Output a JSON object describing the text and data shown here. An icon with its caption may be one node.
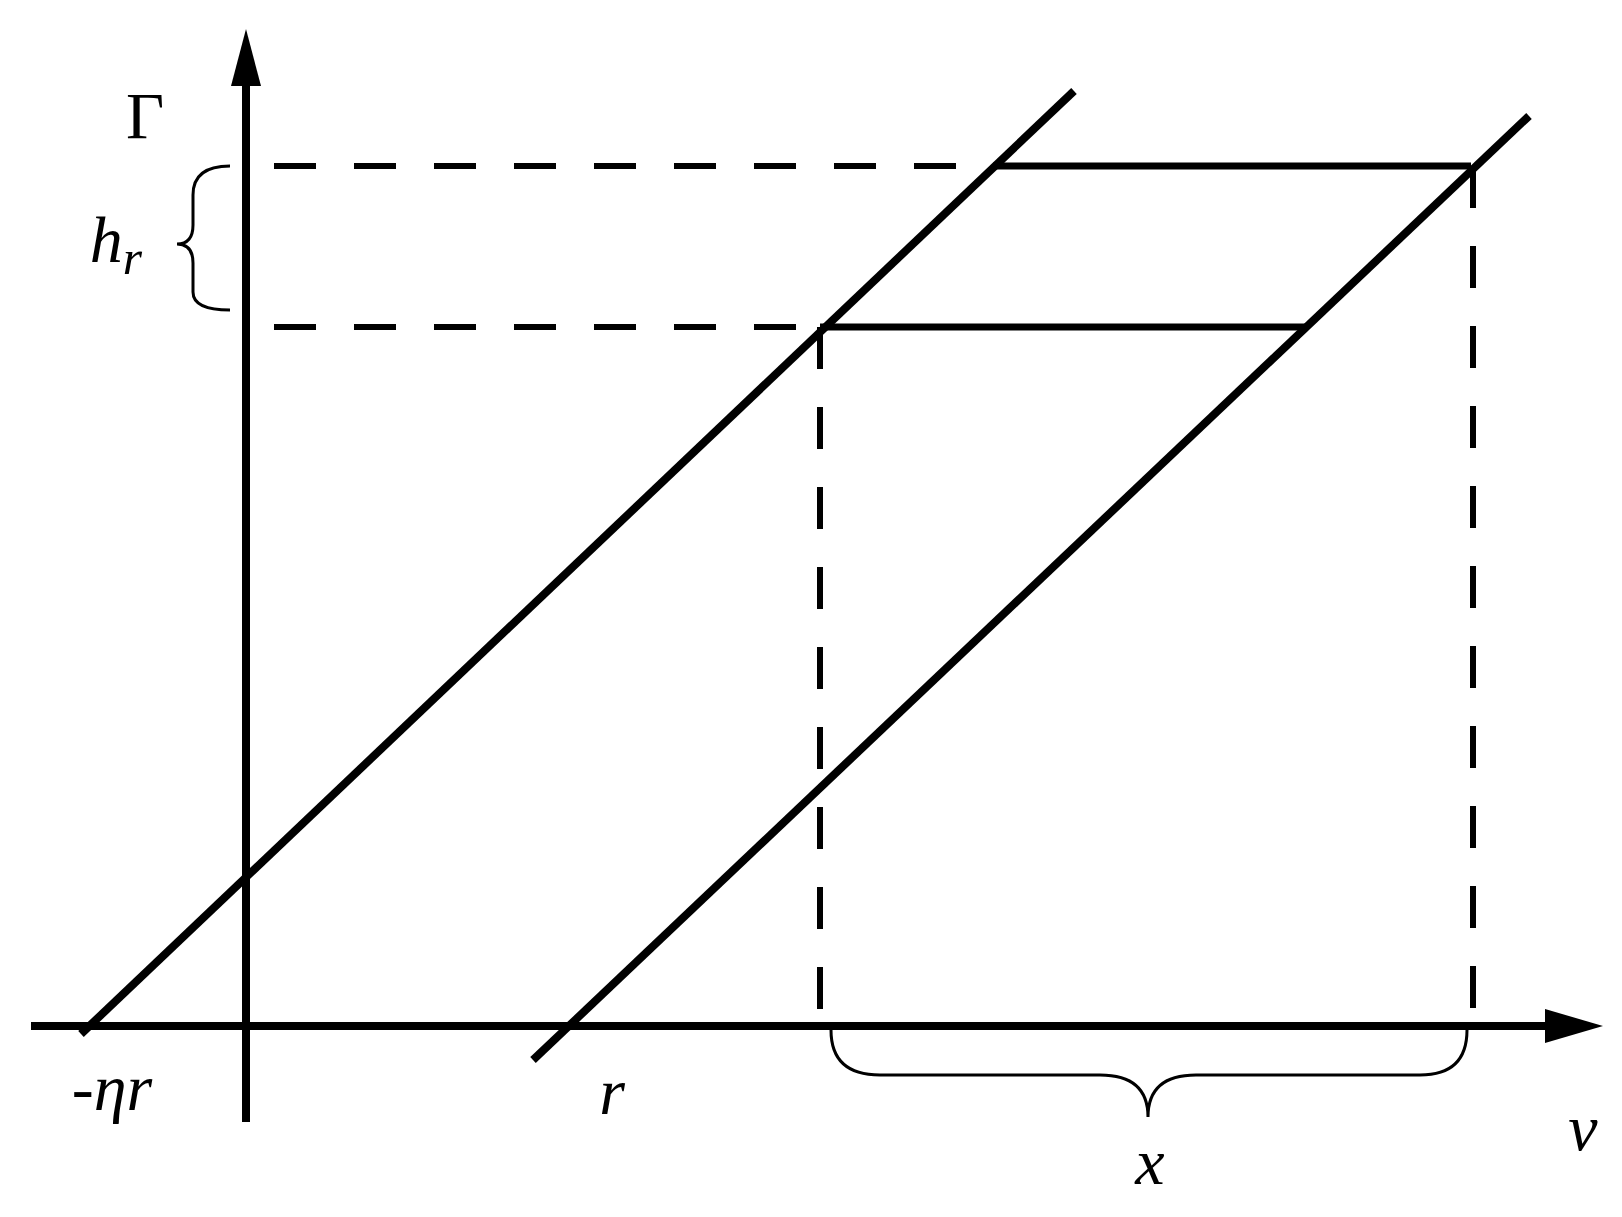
{
  "diagram": {
    "labels": [
      "Γ",
      "h$_{r}$",
      "-ηr",
      "r",
      "v",
      "x"
    ]
  }
}
